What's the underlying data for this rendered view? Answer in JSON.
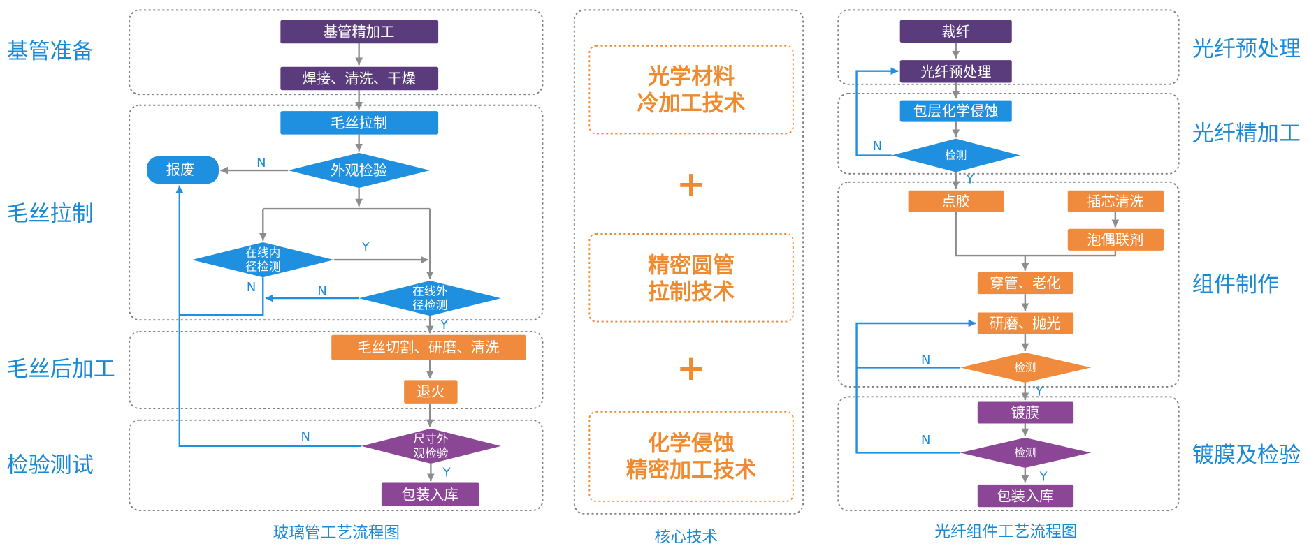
{
  "colors": {
    "purple_dark": "#5a3c7d",
    "purple": "#8b4796",
    "blue": "#1f8fe0",
    "orange": "#f08b3d",
    "label_blue": "#1a8ad6",
    "core_orange": "#f08a2e",
    "connector_gray": "#8c8c8c",
    "frame_gray": "#808080"
  },
  "glass_tube_flow": {
    "caption": "玻璃管工艺流程图",
    "stages": {
      "base_tube_prep": "基管准备",
      "capillary_drawing": "毛丝拉制",
      "capillary_post_processing": "毛丝后加工",
      "inspection_testing": "检验测试"
    },
    "steps": {
      "base_tube_finishing": "基管精加工",
      "weld_clean_dry": "焊接、清洗、干燥",
      "capillary_drawing": "毛丝拉制",
      "visual_inspection": "外观检验",
      "scrap": "报废",
      "inline_inner_diameter_check": [
        "在线内",
        "径检测"
      ],
      "inline_outer_diameter_check": [
        "在线外",
        "径检测"
      ],
      "cut_grind_clean": "毛丝切割、研磨、清洗",
      "anneal": "退火",
      "size_visual_check": [
        "尺寸外",
        "观检验"
      ],
      "package_storage": "包装入库"
    },
    "branch_labels": {
      "visual_fail": "N",
      "inner_pass": "Y",
      "inner_fail": "N",
      "outer_fail": "N",
      "outer_pass": "Y",
      "final_fail": "N",
      "final_pass": "Y"
    }
  },
  "core_technology": {
    "caption": "核心技术",
    "items": [
      [
        "光学材料",
        "冷加工技术"
      ],
      [
        "精密圆管",
        "拉制技术"
      ],
      [
        "化学侵蚀",
        "精密加工技术"
      ]
    ],
    "plus_sign": "+"
  },
  "fiber_component_flow": {
    "caption": "光纤组件工艺流程图",
    "stages": {
      "fiber_pretreatment": "光纤预处理",
      "fiber_finishing": "光纤精加工",
      "component_fabrication": "组件制作",
      "coating_inspection": "镀膜及检验"
    },
    "steps": {
      "fiber_cutting": "裁纤",
      "fiber_pretreatment": "光纤预处理",
      "cladding_chemical_etch": "包层化学侵蚀",
      "etch_inspection": "检测",
      "dispense_glue": "点胶",
      "ferrule_cleaning": "插芯清洗",
      "coupling_agent_soak": "泡偶联剂",
      "insert_aging": "穿管、老化",
      "grind_polish": "研磨、抛光",
      "polish_inspection": "检测",
      "coating": "镀膜",
      "coating_inspection": "检测",
      "package_storage": "包装入库"
    },
    "branch_labels": {
      "etch_fail": "N",
      "etch_pass": "Y",
      "polish_fail": "N",
      "polish_pass": "Y",
      "coating_fail": "N",
      "coating_pass": "Y"
    }
  }
}
